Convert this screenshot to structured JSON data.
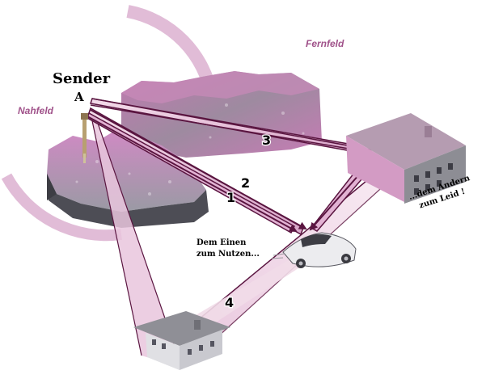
{
  "labels": {
    "sender": "Sender",
    "antenna_point": "A",
    "near_field": "Nahfeld",
    "far_field": "Fernfeld",
    "path_1": "1",
    "path_2": "2",
    "path_3": "3",
    "path_4": "4",
    "car_caption_line1": "Dem Einen",
    "car_caption_line2": "zum Nutzen...",
    "house_caption_line1": "...dem Andern",
    "house_caption_line2": "zum Leid !"
  },
  "colors": {
    "arrow_outline": "#5a1540",
    "arrow_fill": "#e6b8d6",
    "field_arc": "#dcb0d0",
    "field_label": "#a0528a",
    "terrain_pink": "#b96aa6",
    "terrain_gray": "#8a8a90"
  }
}
